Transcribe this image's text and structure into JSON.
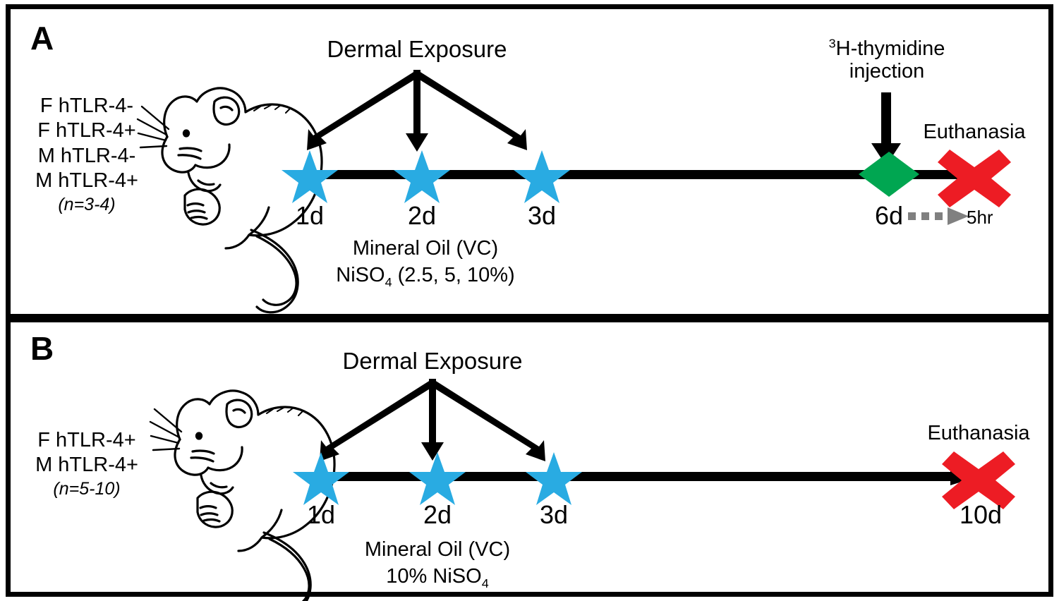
{
  "figure": {
    "title": "Experimental design schematic",
    "colors": {
      "star_blue": "#29ABE2",
      "diamond_green": "#00A651",
      "x_red": "#ED1C24",
      "line_black": "#000000",
      "dash_gray": "#808080",
      "background": "#FFFFFF"
    }
  },
  "panel_a": {
    "letter": "A",
    "groups": {
      "lines": [
        "F hTLR-4-",
        "F hTLR-4+",
        "M hTLR-4-",
        "M hTLR-4+"
      ],
      "n": "(n=3-4)"
    },
    "exposure_header": "Dermal Exposure",
    "treatments": {
      "vehicle": "Mineral Oil (VC)",
      "compound_prefix": "NiSO",
      "compound_sub": "4",
      "compound_suffix": " (2.5, 5, 10%)"
    },
    "timepoints": [
      {
        "label": "1d",
        "marker": "star"
      },
      {
        "label": "2d",
        "marker": "star"
      },
      {
        "label": "3d",
        "marker": "star"
      },
      {
        "label": "6d",
        "marker": "diamond"
      }
    ],
    "injection": {
      "line1_prefix": "3",
      "line1": "H-thymidine",
      "line2": "injection"
    },
    "euthanasia": {
      "label": "Euthanasia",
      "marker": "x"
    },
    "interval": {
      "label": "5hr",
      "style": "dashed-arrow"
    }
  },
  "panel_b": {
    "letter": "B",
    "groups": {
      "lines": [
        "F hTLR-4+",
        "M hTLR-4+"
      ],
      "n": "(n=5-10)"
    },
    "exposure_header": "Dermal Exposure",
    "treatments": {
      "vehicle": "Mineral Oil (VC)",
      "compound_prefix": "10% NiSO",
      "compound_sub": "4",
      "compound_suffix": ""
    },
    "timepoints": [
      {
        "label": "1d",
        "marker": "star"
      },
      {
        "label": "2d",
        "marker": "star"
      },
      {
        "label": "3d",
        "marker": "star"
      },
      {
        "label": "10d",
        "marker": "x"
      }
    ],
    "euthanasia": {
      "label": "Euthanasia",
      "marker": "x"
    }
  }
}
